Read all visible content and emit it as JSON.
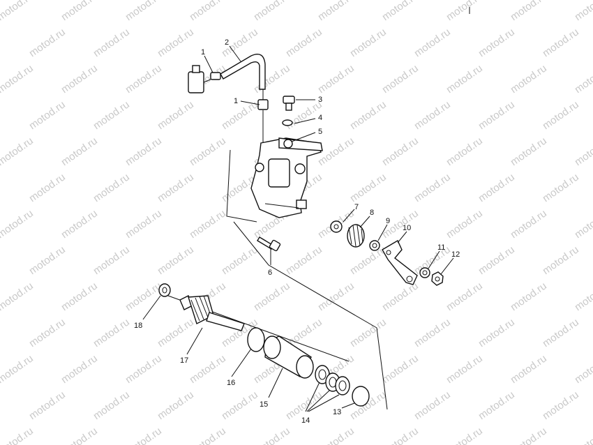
{
  "watermark": {
    "text": "motod.ru"
  },
  "callouts": [
    {
      "id": "c1a",
      "label": "1"
    },
    {
      "id": "c2",
      "label": "2"
    },
    {
      "id": "c1b",
      "label": "1"
    },
    {
      "id": "c3",
      "label": "3"
    },
    {
      "id": "c4",
      "label": "4"
    },
    {
      "id": "c5",
      "label": "5"
    },
    {
      "id": "c6",
      "label": "6"
    },
    {
      "id": "c7",
      "label": "7"
    },
    {
      "id": "c8",
      "label": "8"
    },
    {
      "id": "c9",
      "label": "9"
    },
    {
      "id": "c10",
      "label": "10"
    },
    {
      "id": "c11",
      "label": "11"
    },
    {
      "id": "c12",
      "label": "12"
    },
    {
      "id": "c13",
      "label": "13"
    },
    {
      "id": "c14",
      "label": "14"
    },
    {
      "id": "c15",
      "label": "15"
    },
    {
      "id": "c16",
      "label": "16"
    },
    {
      "id": "c17",
      "label": "17"
    },
    {
      "id": "c18",
      "label": "18"
    }
  ]
}
